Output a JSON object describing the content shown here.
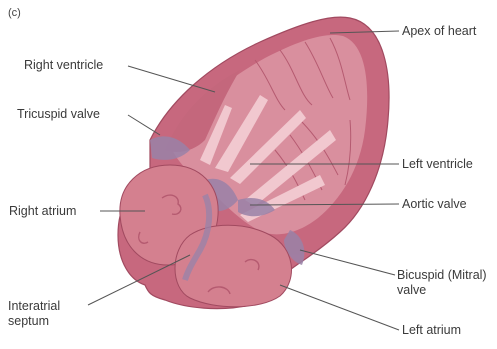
{
  "panel_label": "(c)",
  "labels": {
    "apex": "Apex of heart",
    "right_ventricle": "Right ventricle",
    "tricuspid_valve": "Tricuspid valve",
    "left_ventricle": "Left ventricle",
    "right_atrium": "Right atrium",
    "aortic_valve": "Aortic valve",
    "bicuspid_valve": "Bicuspid (Mitral) valve",
    "interatrial_septum": "Interatrial septum",
    "left_atrium": "Left atrium"
  },
  "colors": {
    "outer_wall": "#c7687e",
    "inner_chamber": "#d98f9e",
    "valve_tissue": "#9a82a8",
    "chordae": "#f1c8cf",
    "atrium": "#d4808f",
    "leader_line": "#555555"
  }
}
